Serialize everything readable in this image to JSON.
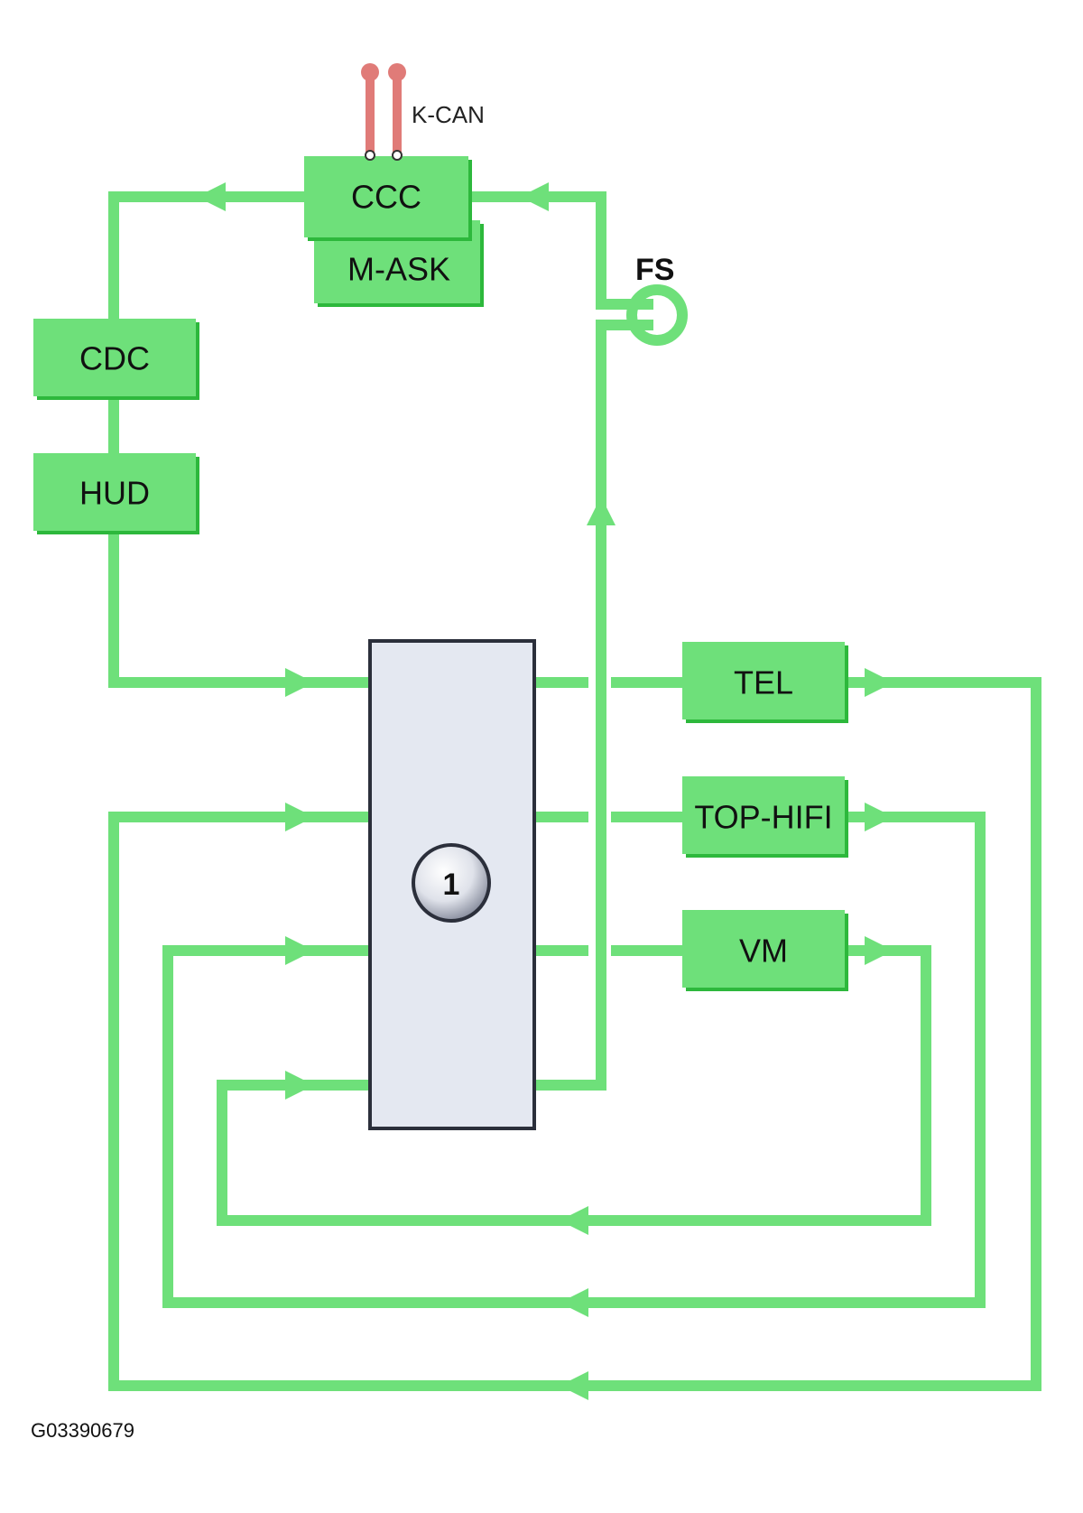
{
  "modules": {
    "ccc": "CCC",
    "m_ask": "M-ASK",
    "cdc": "CDC",
    "hud": "HUD",
    "tel": "TEL",
    "top_hifi": "TOP-HIFI",
    "vm": "VM"
  },
  "bus_label": "K-CAN",
  "fs_label": "FS",
  "central_unit_number": "1",
  "figure_id": "G03390679",
  "colors": {
    "fiber": "#6ee07a",
    "module_fill": "#6ee07a",
    "module_shadow": "#2db83c",
    "kcan": "#e07b78",
    "central_fill": "#e4e8f1"
  }
}
